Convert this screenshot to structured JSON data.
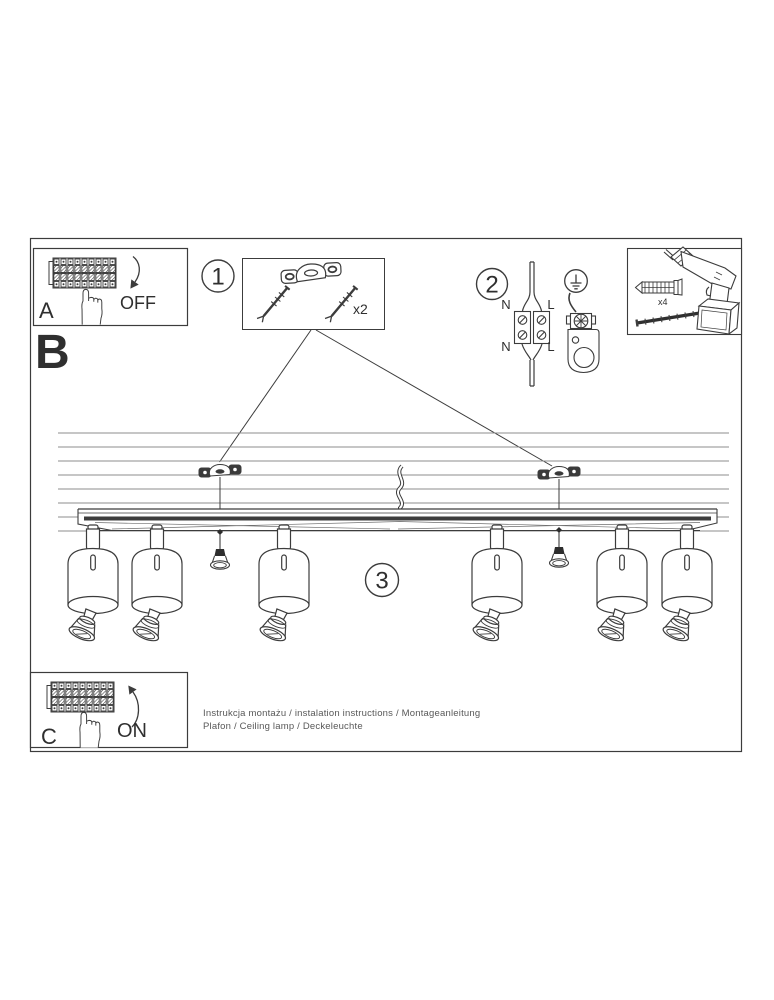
{
  "colors": {
    "paper": "#ffffff",
    "ink": "#3c3c3c",
    "ceiling_line": "#8c8c8c"
  },
  "panel_a": {
    "label": "A",
    "state": "OFF"
  },
  "section_label": "B",
  "panel_c": {
    "label": "C",
    "state": "ON"
  },
  "step1": {
    "number": "1",
    "quantity": "x2"
  },
  "step2": {
    "number": "2",
    "labels": {
      "n_top": "N",
      "l_top": "L",
      "n_bottom": "N",
      "l_bottom": "L"
    }
  },
  "step3": {
    "number": "3"
  },
  "tools": {
    "quantity": "x4"
  },
  "footer": {
    "line1": "Instrukcja montażu / instalation instructions / Montageanleitung",
    "line2": "Plafon / Ceiling lamp / Deckeleuchte"
  }
}
